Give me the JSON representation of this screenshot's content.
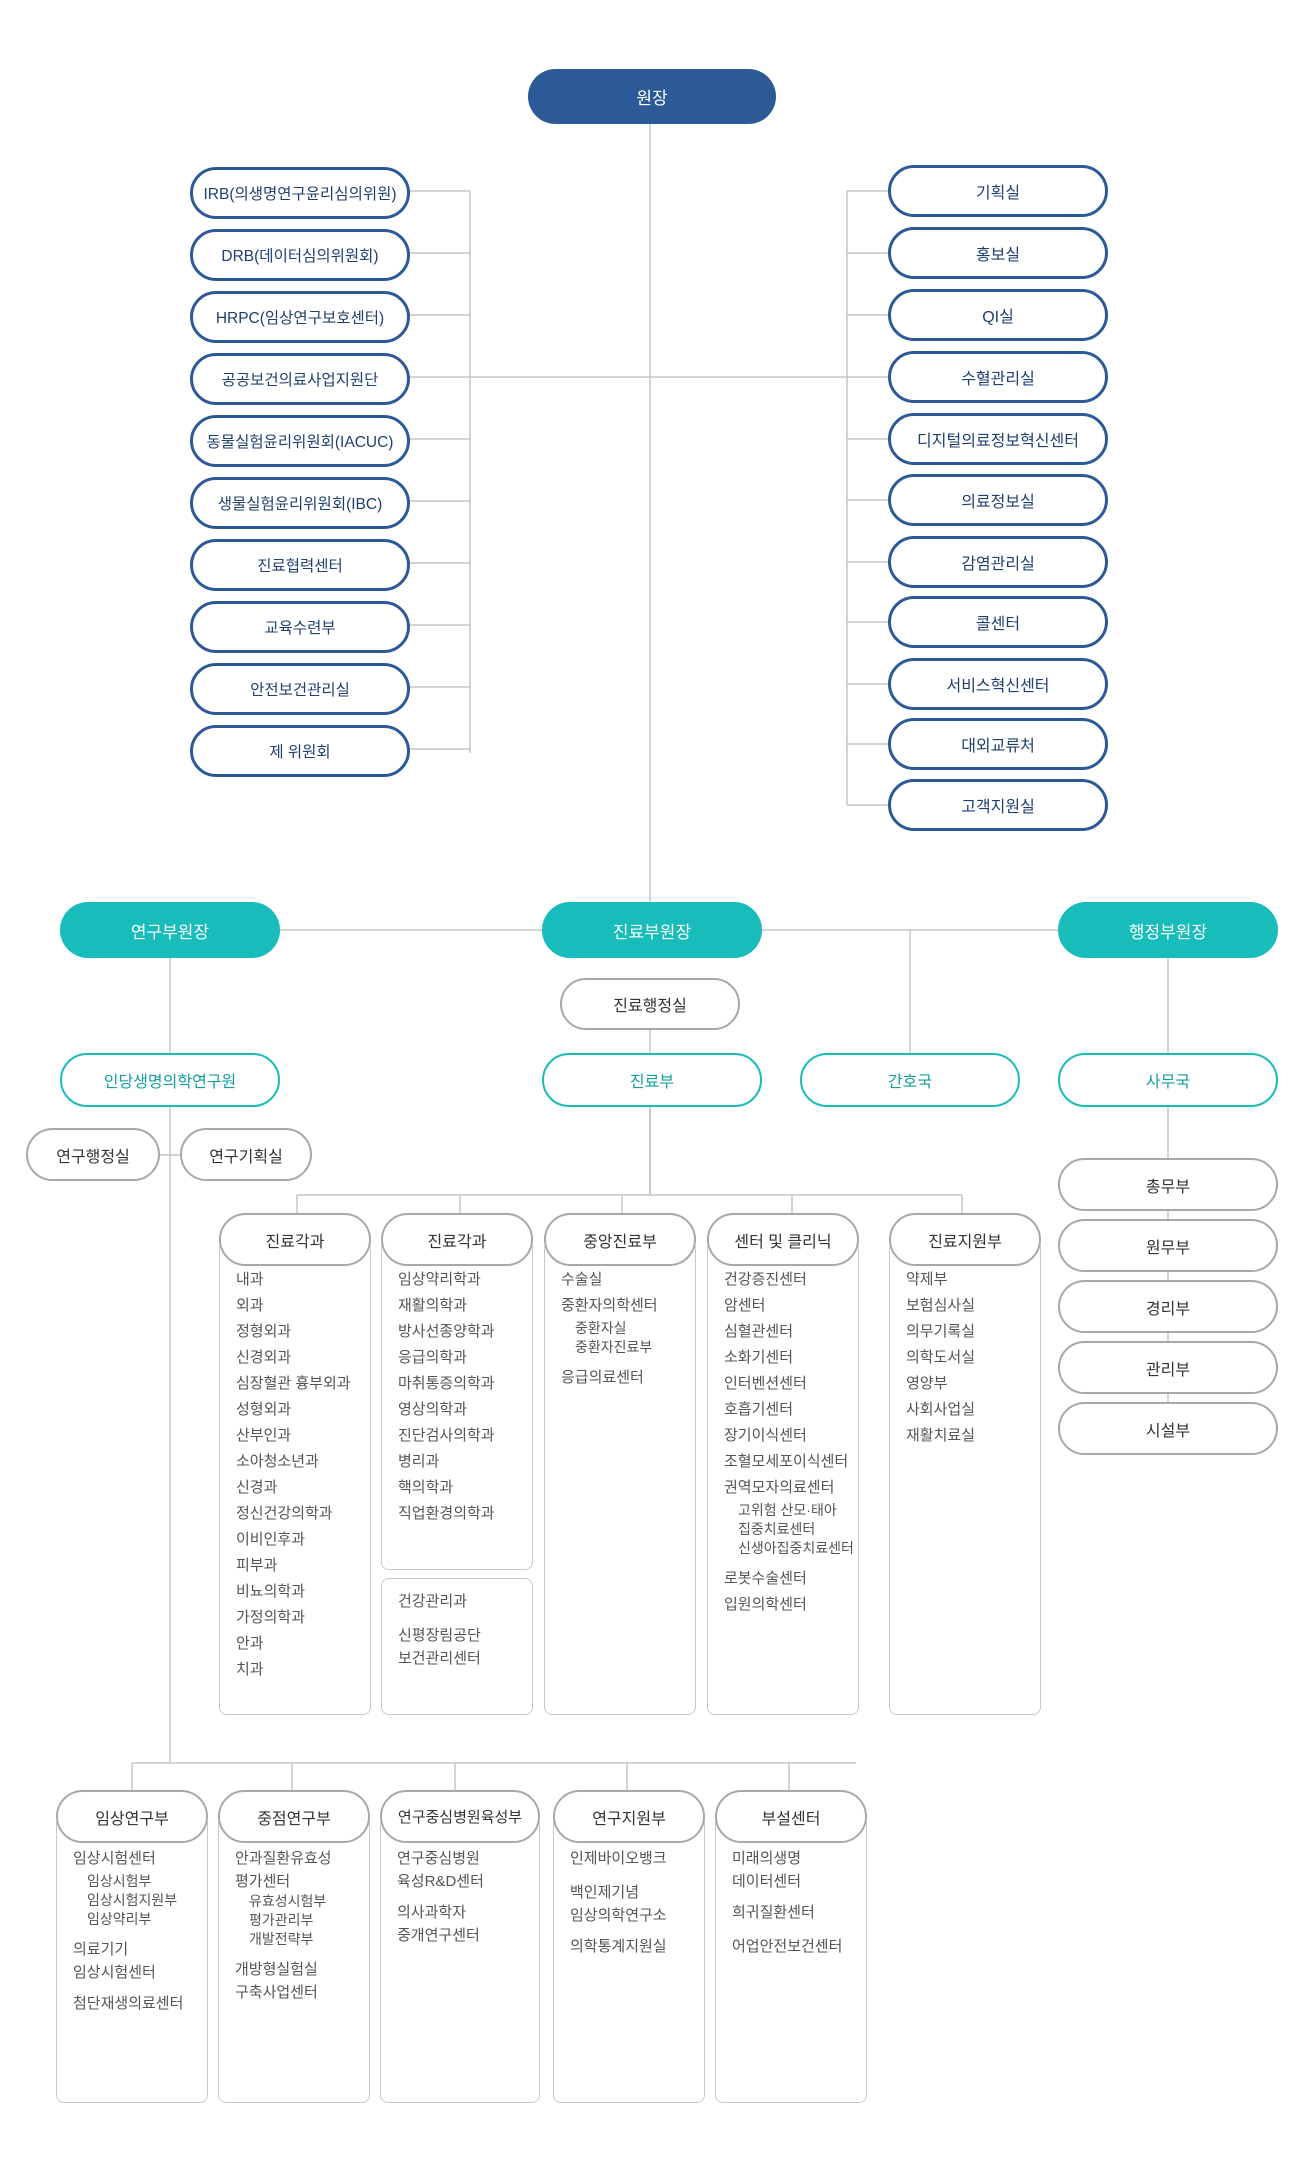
{
  "top": "원장",
  "left_committees": [
    "IRB(의생명연구윤리심의위원)",
    "DRB(데이터심의위원회)",
    "HRPC(임상연구보호센터)",
    "공공보건의료사업지원단",
    "동물실험윤리위원회(IACUC)",
    "생물실험윤리위원회(IBC)",
    "진료협력센터",
    "교육수련부",
    "안전보건관리실",
    "제 위원회"
  ],
  "right_offices": [
    "기획실",
    "홍보실",
    "QI실",
    "수혈관리실",
    "디지털의료정보혁신센터",
    "의료정보실",
    "감염관리실",
    "콜센터",
    "서비스혁신센터",
    "대외교류처",
    "고객지원실"
  ],
  "vice": {
    "research": "연구부원장",
    "clinical": "진료부원장",
    "admin": "행정부원장"
  },
  "clinical_office": "진료행정실",
  "research_institute": "인당생명의학연구원",
  "research_admin": "연구행정실",
  "research_planning": "연구기획실",
  "clinical_dept": "진료부",
  "nursing": "간호국",
  "secretariat": "사무국",
  "admin_units": [
    "총무부",
    "원무부",
    "경리부",
    "관리부",
    "시설부"
  ],
  "clinic_groups": [
    {
      "title": "진료각과",
      "items": [
        [
          "내과"
        ],
        [
          "외과"
        ],
        [
          "정형외과"
        ],
        [
          "신경외과"
        ],
        [
          "심장혈관 흉부외과"
        ],
        [
          "성형외과"
        ],
        [
          "산부인과"
        ],
        [
          "소아청소년과"
        ],
        [
          "신경과"
        ],
        [
          "정신건강의학과"
        ],
        [
          "이비인후과"
        ],
        [
          "피부과"
        ],
        [
          "비뇨의학과"
        ],
        [
          "가정의학과"
        ],
        [
          "안과"
        ],
        [
          "치과"
        ]
      ]
    },
    {
      "title": "진료각과",
      "items": [
        [
          "임상약리학과"
        ],
        [
          "재활의학과"
        ],
        [
          "방사선종양학과"
        ],
        [
          "응급의학과"
        ],
        [
          "마취통증의학과"
        ],
        [
          "영상의학과"
        ],
        [
          "진단검사의학과"
        ],
        [
          "병리과"
        ],
        [
          "핵의학과"
        ],
        [
          "직업환경의학과"
        ]
      ],
      "extra": [
        [
          "건강관리과"
        ],
        [
          "신평장림공단",
          "gap"
        ],
        [
          "보건관리센터",
          "sub0"
        ]
      ]
    },
    {
      "title": "중앙진료부",
      "items": [
        [
          "수술실"
        ],
        [
          "중환자의학센터"
        ],
        [
          "중환자실",
          "sub"
        ],
        [
          "중환자진료부",
          "sub"
        ],
        [
          "응급의료센터",
          "gap"
        ]
      ]
    },
    {
      "title": "센터 및 클리닉",
      "items": [
        [
          "건강증진센터"
        ],
        [
          "암센터"
        ],
        [
          "심혈관센터"
        ],
        [
          "소화기센터"
        ],
        [
          "인터벤션센터"
        ],
        [
          "호흡기센터"
        ],
        [
          "장기이식센터"
        ],
        [
          "조혈모세포이식센터"
        ],
        [
          "권역모자의료센터"
        ],
        [
          "고위험 산모·태아",
          "sub"
        ],
        [
          "집중치료센터",
          "sub"
        ],
        [
          "신생아집중치료센터",
          "sub"
        ],
        [
          "로봇수술센터",
          "gap"
        ],
        [
          "입원의학센터"
        ]
      ]
    },
    {
      "title": "진료지원부",
      "items": [
        [
          "약제부"
        ],
        [
          "보험심사실"
        ],
        [
          "의무기록실"
        ],
        [
          "의학도서실"
        ],
        [
          "영양부"
        ],
        [
          "사회사업실"
        ],
        [
          "재활치료실"
        ]
      ]
    }
  ],
  "research_groups": [
    {
      "title": "임상연구부",
      "items": [
        [
          "임상시험센터"
        ],
        [
          "임상시험부",
          "sub"
        ],
        [
          "임상시험지원부",
          "sub"
        ],
        [
          "임상약리부",
          "sub"
        ],
        [
          "의료기기",
          "gap"
        ],
        [
          "임상시험센터",
          "sub0"
        ],
        [
          "첨단재생의료센터",
          "gap"
        ]
      ]
    },
    {
      "title": "중점연구부",
      "items": [
        [
          "안과질환유효성"
        ],
        [
          "평가센터",
          "sub0"
        ],
        [
          "유효성시험부",
          "sub"
        ],
        [
          "평가관리부",
          "sub"
        ],
        [
          "개발전략부",
          "sub"
        ],
        [
          "개방형실험실",
          "gap"
        ],
        [
          "구축사업센터",
          "sub0"
        ]
      ]
    },
    {
      "title": "연구중심병원육성부",
      "items": [
        [
          "연구중심병원"
        ],
        [
          "육성R&D센터",
          "sub0"
        ],
        [
          "의사과학자",
          "gap"
        ],
        [
          "중개연구센터",
          "sub0"
        ]
      ]
    },
    {
      "title": "연구지원부",
      "items": [
        [
          "인제바이오뱅크"
        ],
        [
          "백인제기념",
          "gap"
        ],
        [
          "임상의학연구소",
          "sub0"
        ],
        [
          "의학통계지원실",
          "gap"
        ]
      ]
    },
    {
      "title": "부설센터",
      "items": [
        [
          "미래의생명"
        ],
        [
          "데이터센터",
          "sub0"
        ],
        [
          "희귀질환센터",
          "gap"
        ],
        [
          "어업안전보건센터",
          "gap"
        ]
      ]
    }
  ]
}
